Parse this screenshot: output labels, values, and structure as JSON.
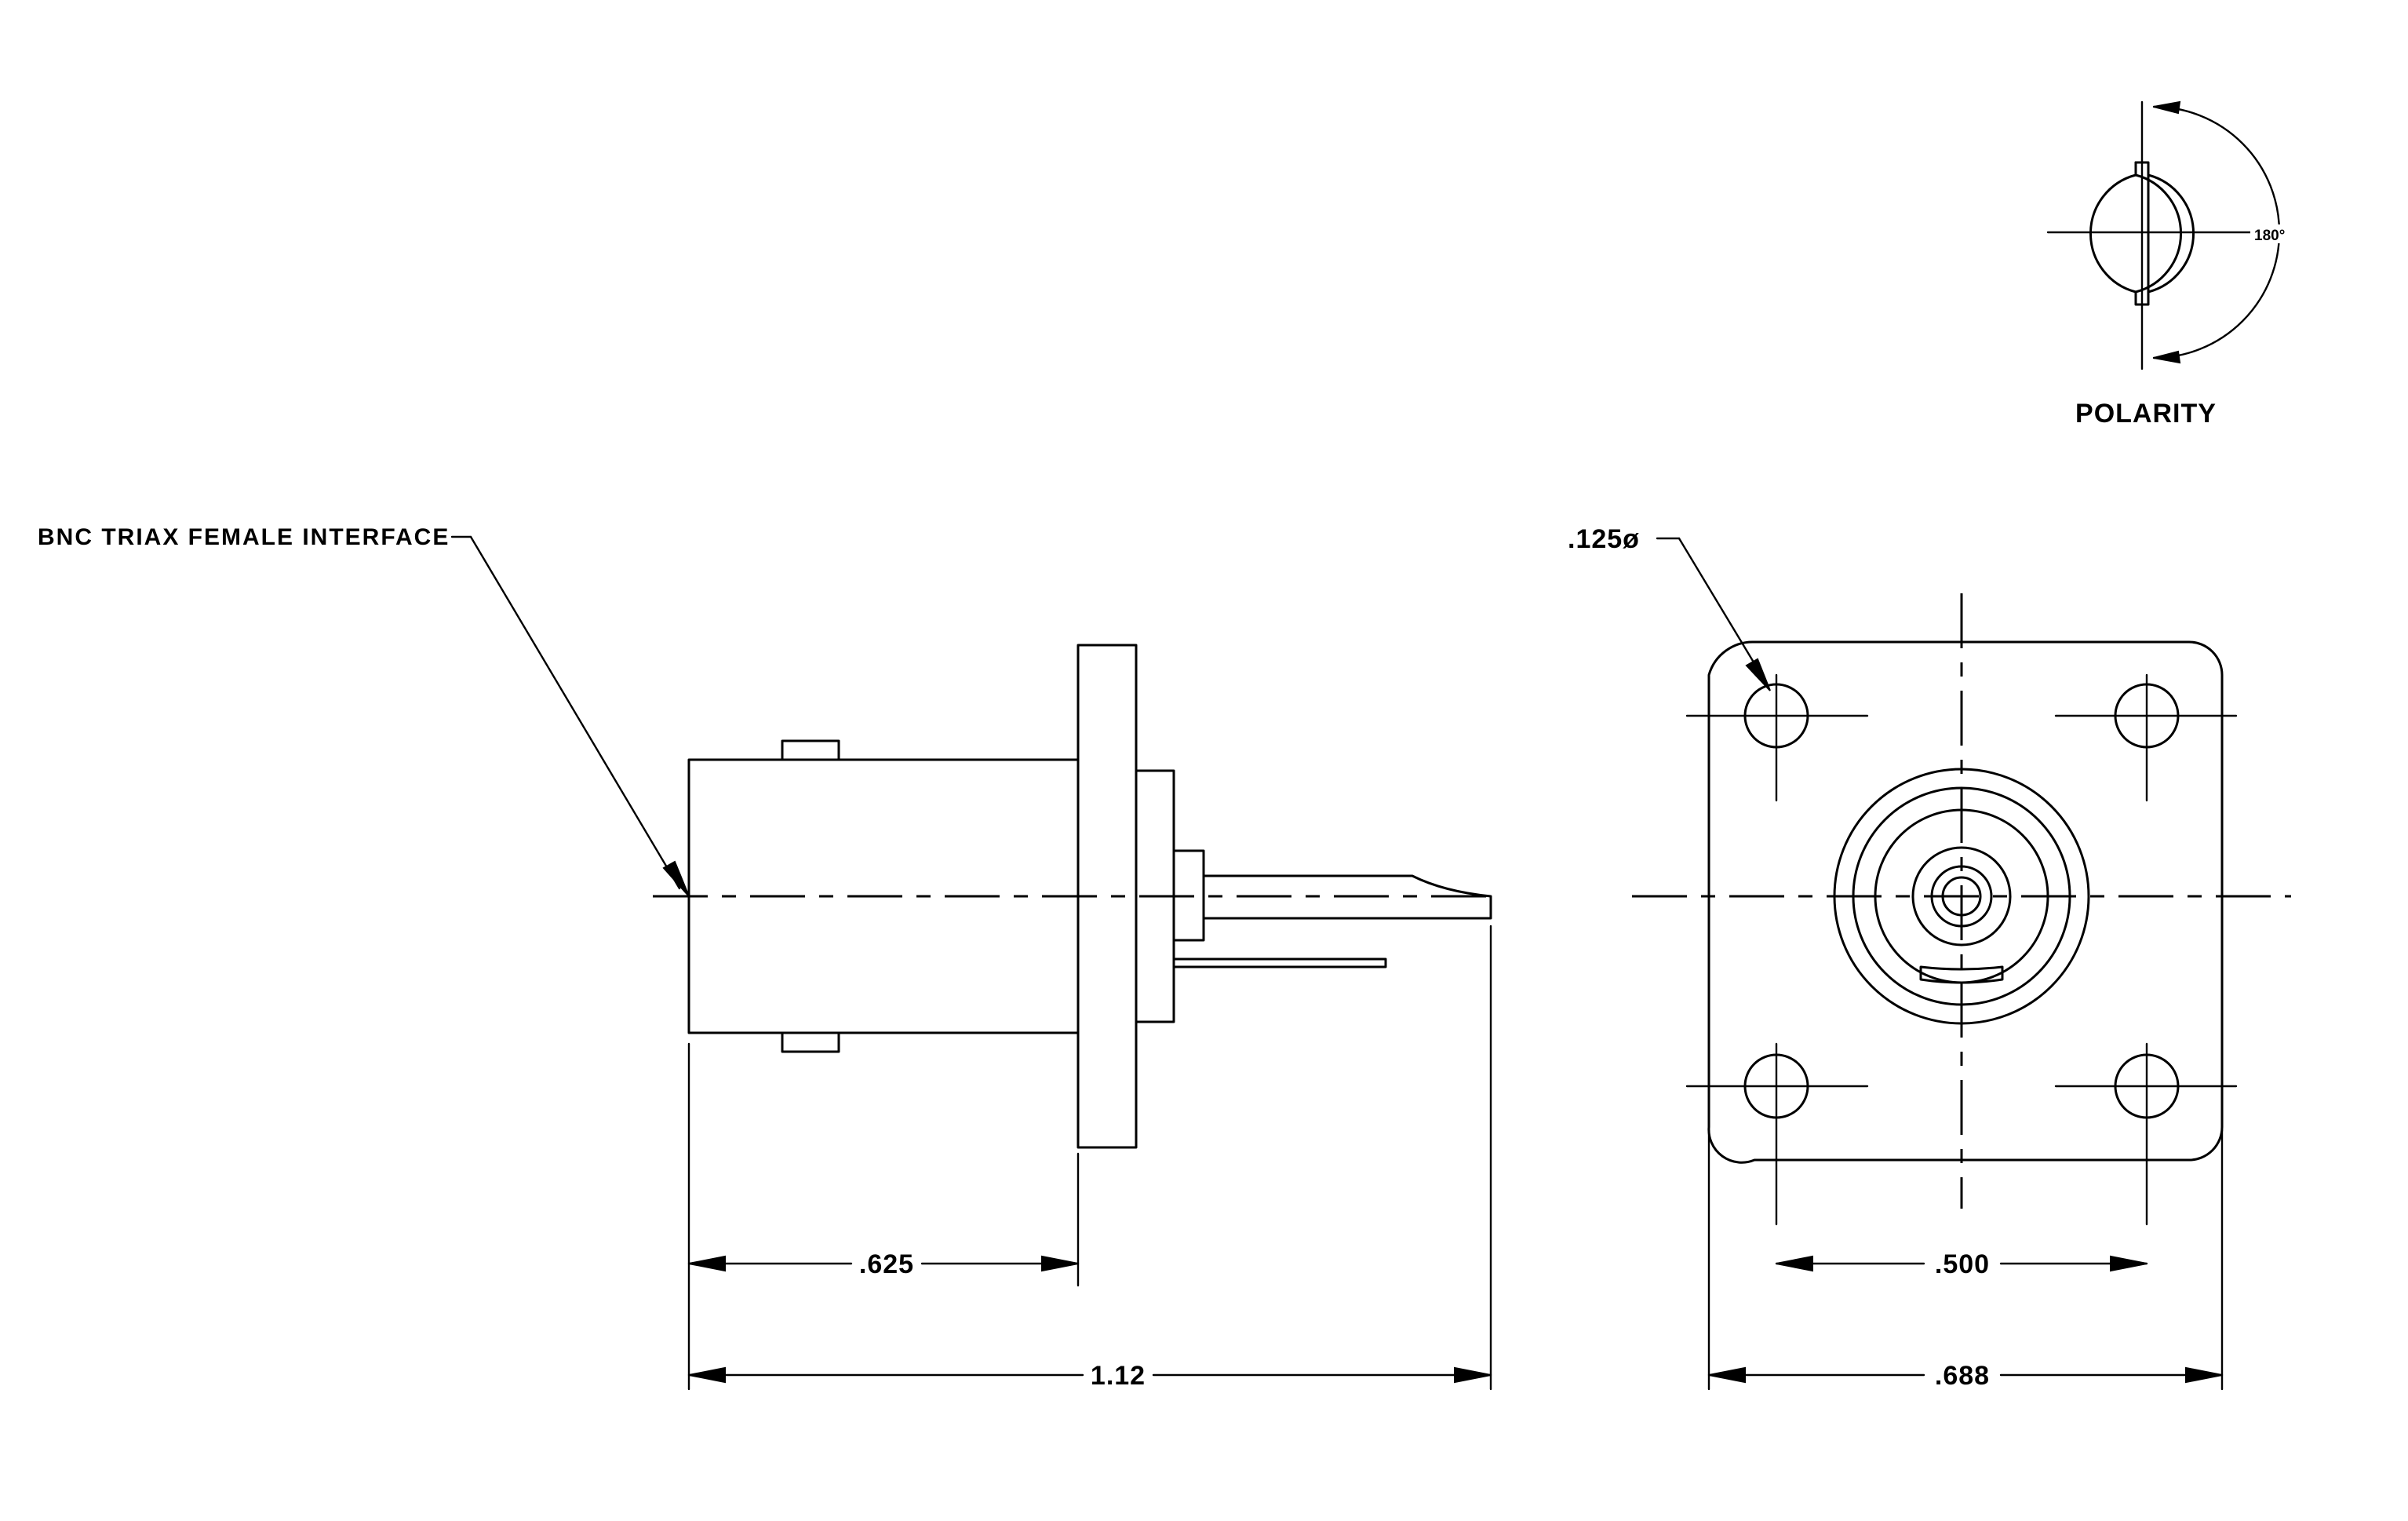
{
  "labels": {
    "interface_callout": "BNC TRIAX FEMALE INTERFACE",
    "hole_callout": ".125ø",
    "polarity_title": "POLARITY",
    "polarity_angle": "180°"
  },
  "dimensions": {
    "body_length": ".625",
    "overall_length": "1.12",
    "hole_spacing": ".500",
    "flange_width": ".688"
  },
  "colors": {
    "line": "#000000",
    "background": "#ffffff"
  }
}
